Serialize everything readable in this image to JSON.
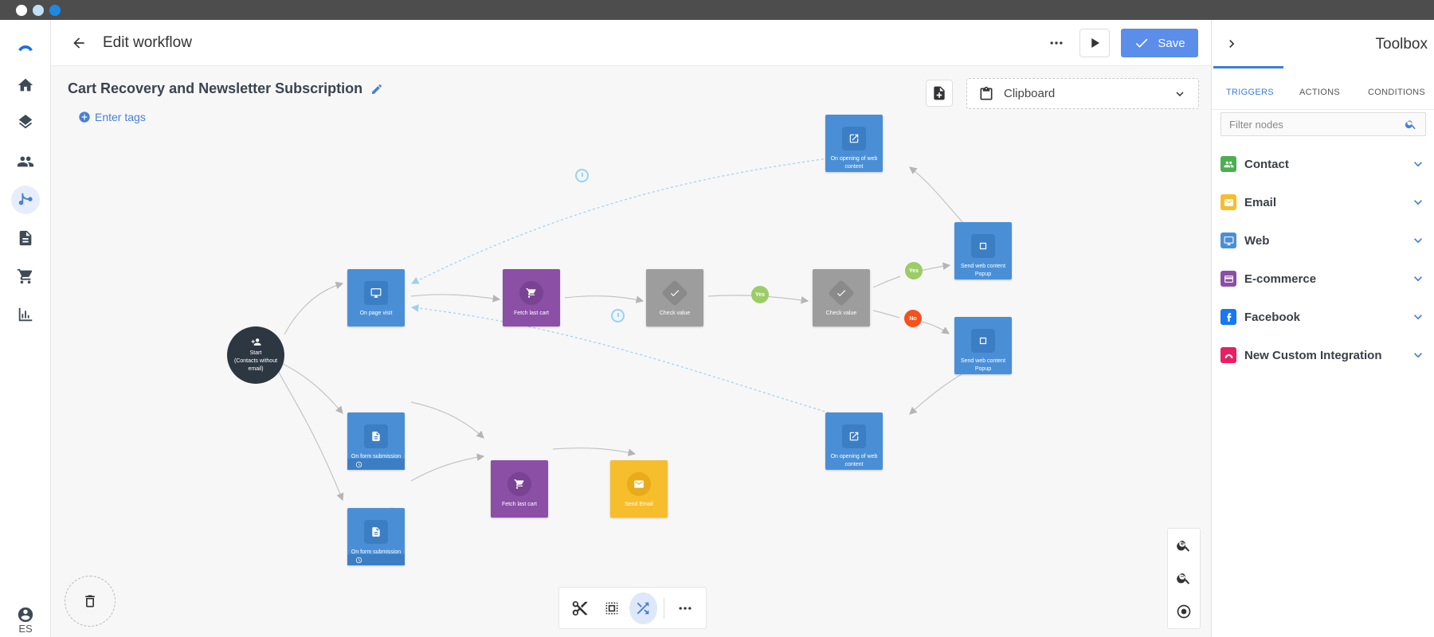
{
  "header": {
    "title": "Edit workflow",
    "save_label": "Save"
  },
  "workflow": {
    "name": "Cart Recovery and Newsletter Subscription",
    "tags_placeholder": "Enter tags"
  },
  "clipboard": {
    "label": "Clipboard"
  },
  "nav": {
    "language": "ES"
  },
  "nodes": {
    "start": "Start\n(Contacts without email)",
    "page_visit": "On page visit",
    "fetch_cart_1": "Fetch last cart",
    "check_value_1": "Check value",
    "check_value_2": "Check value",
    "webcontent_open_1": "On opening of web content",
    "webcontent_open_2": "On opening of web content",
    "send_popup_1": "Send web content Popup",
    "send_popup_2": "Send web content Popup",
    "form_sub_1": "On form submission",
    "form_sub_2": "On form submission",
    "fetch_cart_2": "Fetch last cart",
    "send_email": "Send Email"
  },
  "badges": {
    "yes": "Yes",
    "no": "No"
  },
  "toolbox": {
    "title": "Toolbox",
    "tabs": [
      "TRIGGERS",
      "ACTIONS",
      "CONDITIONS"
    ],
    "filter_placeholder": "Filter nodes",
    "categories": [
      {
        "label": "Contact",
        "color": "#4caf50"
      },
      {
        "label": "Email",
        "color": "#f6be2c"
      },
      {
        "label": "Web",
        "color": "#4a8fd6"
      },
      {
        "label": "E-commerce",
        "color": "#8b4fa6"
      },
      {
        "label": "Facebook",
        "color": "#1877f2"
      },
      {
        "label": "New Custom Integration",
        "color": "#e91e63"
      }
    ]
  },
  "colors": {
    "accent": "#5b8dea",
    "trigger_blue": "#4a8fd6",
    "action_purple": "#8b4fa6",
    "condition_gray": "#9d9d9d",
    "email_yellow": "#f6be2c"
  }
}
